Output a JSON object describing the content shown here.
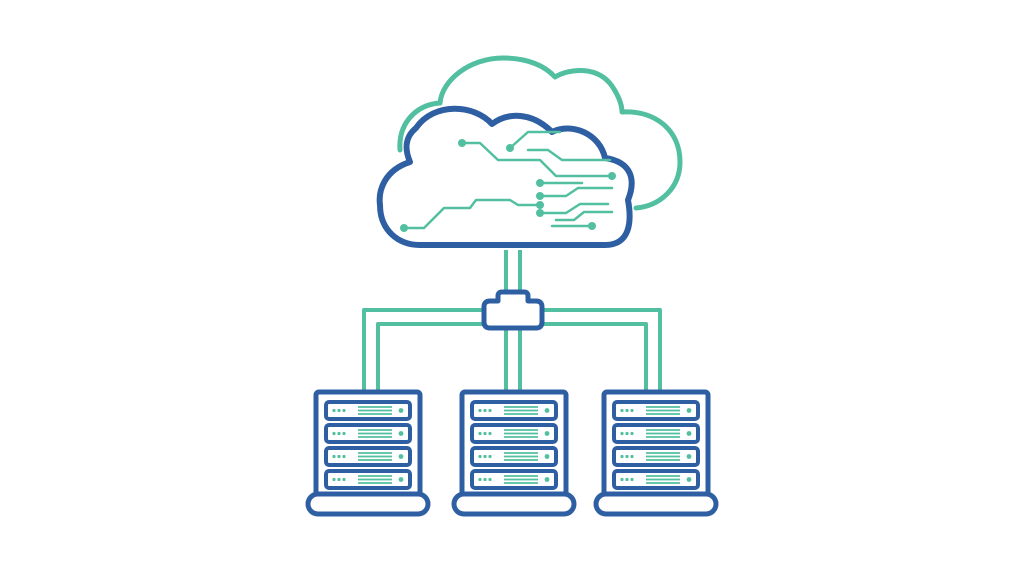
{
  "illustration": {
    "subject": "cloud-server-network",
    "colors": {
      "background": "#ffffff",
      "primary_outline": "#2f5fa3",
      "accent": "#52bfa0"
    },
    "server_count": 3,
    "slots_per_server": 4
  }
}
